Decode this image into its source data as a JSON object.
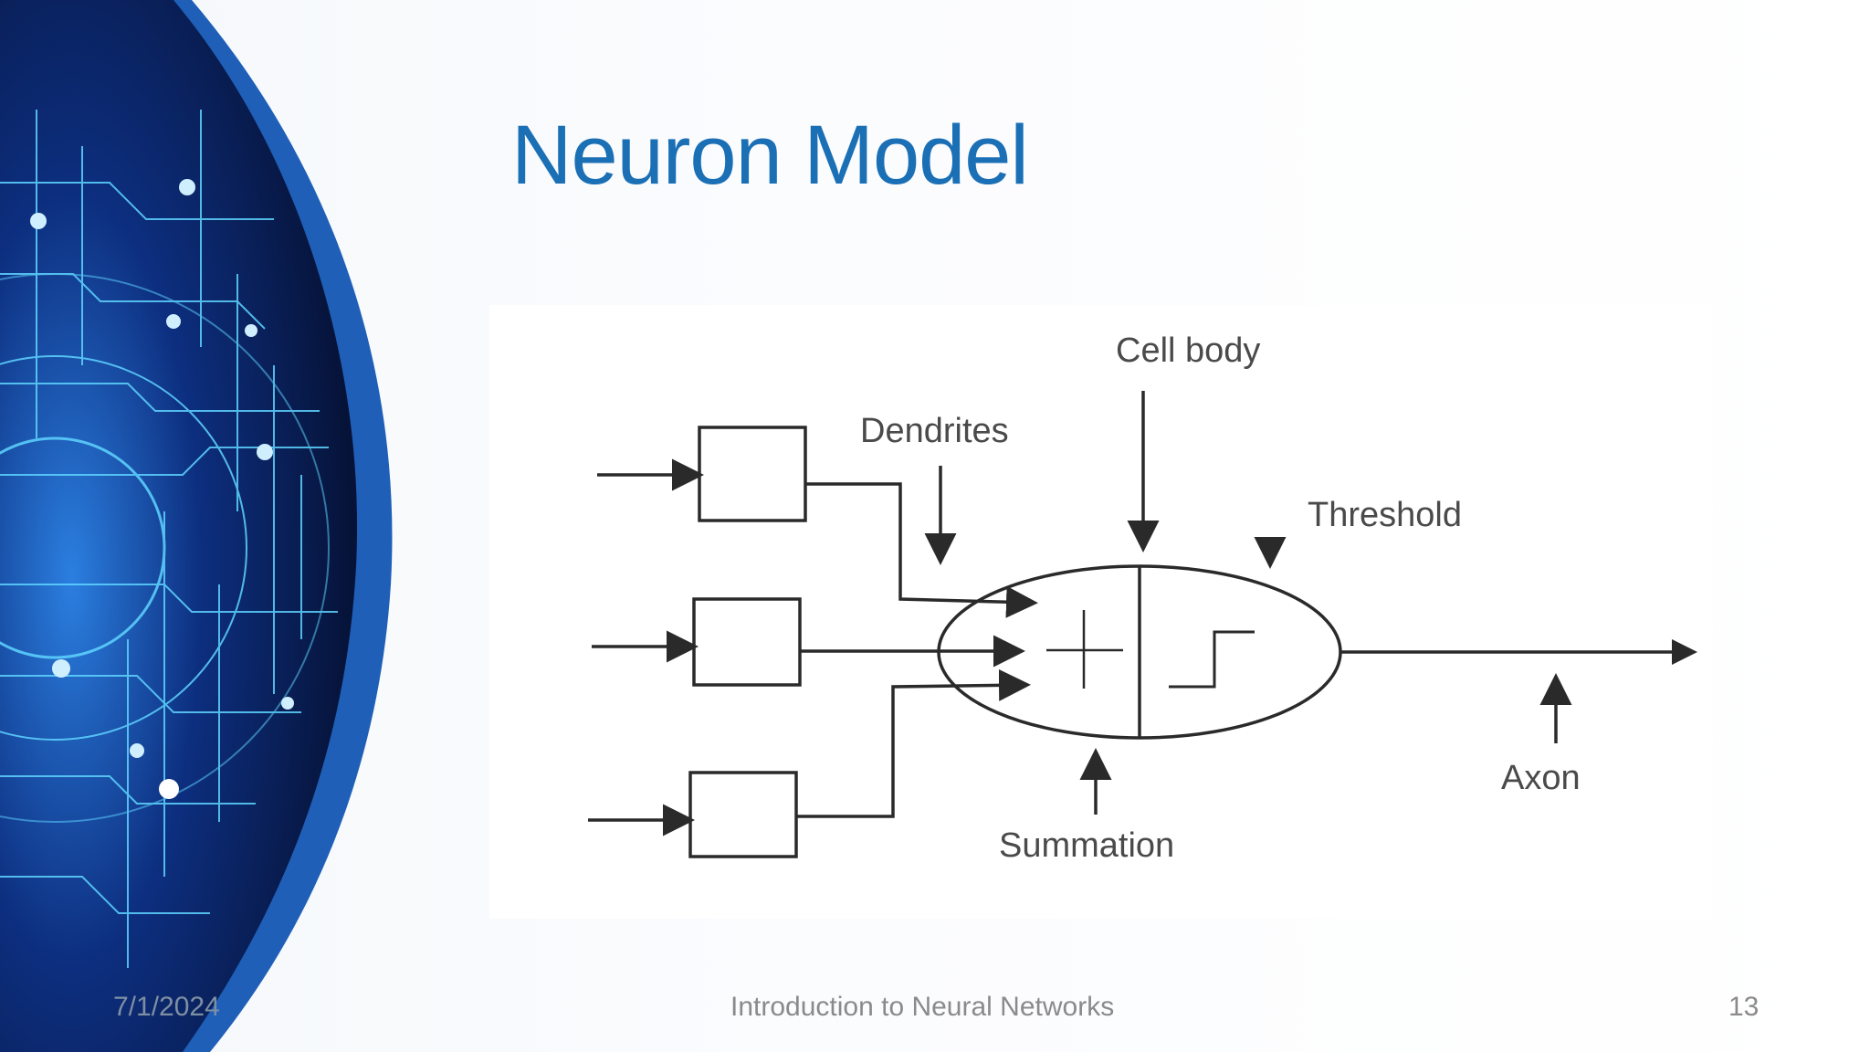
{
  "slide": {
    "title": "Neuron Model",
    "footer": {
      "date": "7/1/2024",
      "center": "Introduction to Neural Networks",
      "page_number": "13"
    }
  },
  "diagram": {
    "labels": {
      "cell_body": "Cell body",
      "dendrites": "Dendrites",
      "threshold": "Threshold",
      "summation": "Summation",
      "axon": "Axon"
    },
    "input_count": 3,
    "summation_symbol": "+"
  },
  "colors": {
    "title": "#1a6fb5",
    "decor_blue": "#1f5fb8",
    "circuit_glow": "#5fd4ff",
    "diagram_stroke": "#2a2a2a",
    "footer_text": "#8a8a8a"
  }
}
